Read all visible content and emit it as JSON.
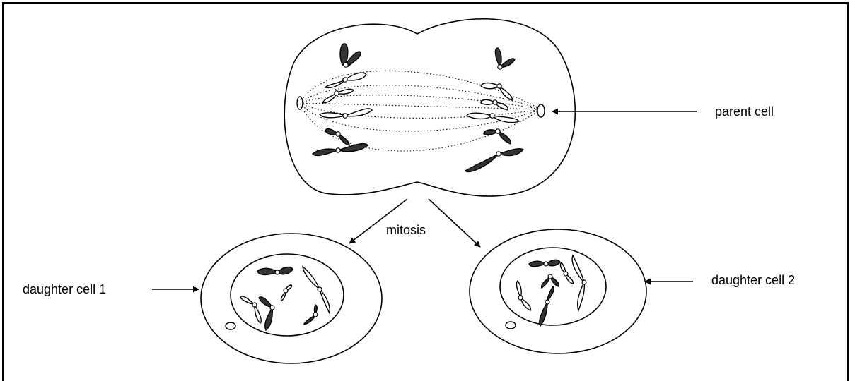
{
  "labels": {
    "parent_cell": "parent cell",
    "mitosis": "mitosis",
    "daughter_cell_1": "daughter cell 1",
    "daughter_cell_2": "daughter cell 2"
  }
}
